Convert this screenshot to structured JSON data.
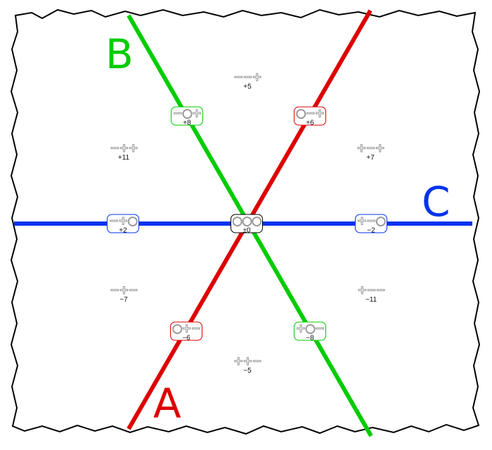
{
  "axes": {
    "A": {
      "label": "A",
      "color": "#dd0000"
    },
    "B": {
      "label": "B",
      "color": "#00cc00"
    },
    "C": {
      "label": "C",
      "color": "#0033ee"
    }
  },
  "regions": [
    {
      "symbols": "−−+",
      "value": "+5"
    },
    {
      "symbols": "−++",
      "value": "+11"
    },
    {
      "symbols": "+−+",
      "value": "+7"
    },
    {
      "symbols": "−+−",
      "value": "−7"
    },
    {
      "symbols": "+−−",
      "value": "−11"
    },
    {
      "symbols": "++−",
      "value": "−5"
    }
  ],
  "tags": [
    {
      "symbols": "−○+",
      "value": "+8",
      "axis": "B"
    },
    {
      "symbols": "○−+",
      "value": "+6",
      "axis": "A"
    },
    {
      "symbols": "−+○",
      "value": "+2",
      "axis": "C"
    },
    {
      "symbols": "○○○",
      "value": "±0",
      "axis": "center"
    },
    {
      "symbols": "+−○",
      "value": "−2",
      "axis": "C"
    },
    {
      "symbols": "○+−",
      "value": "−6",
      "axis": "A"
    },
    {
      "symbols": "+○−",
      "value": "−8",
      "axis": "B"
    }
  ]
}
